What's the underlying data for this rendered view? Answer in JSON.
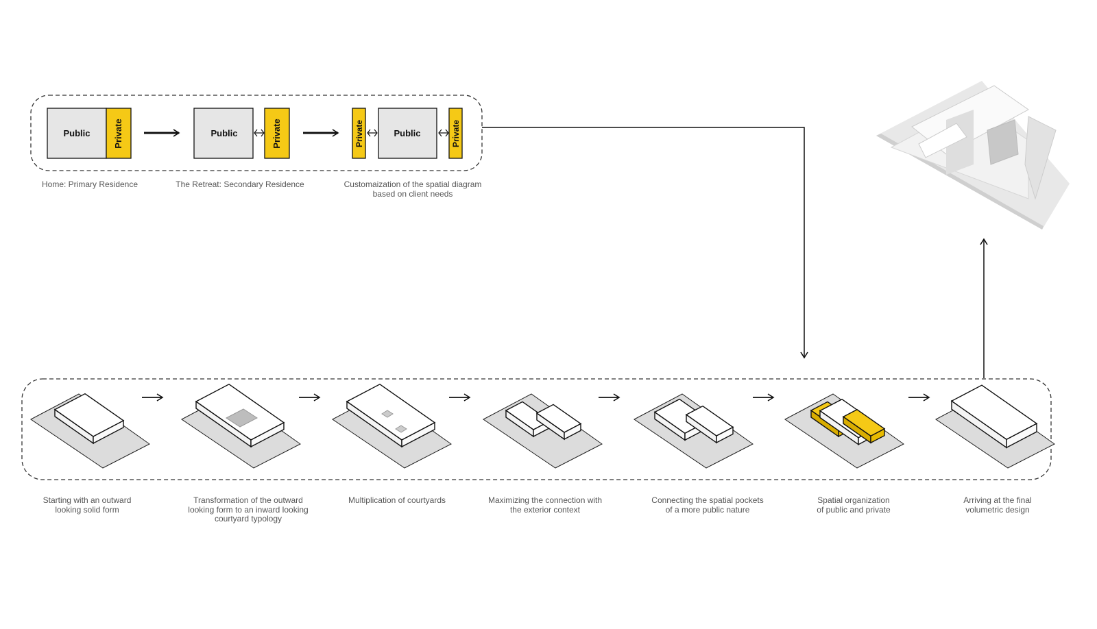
{
  "top_row": {
    "labels": {
      "public": "Public",
      "private": "Private"
    },
    "captions": [
      {
        "lines": [
          "Home: Primary Residence"
        ]
      },
      {
        "lines": [
          "The Retreat: Secondary Residence"
        ]
      },
      {
        "lines": [
          "Customaization of the spatial diagram",
          "based on client needs"
        ]
      }
    ]
  },
  "bottom_row": {
    "steps": [
      {
        "lines": [
          "Starting with an outward",
          "looking solid form"
        ]
      },
      {
        "lines": [
          "Transformation of the outward",
          "looking form to an inward looking",
          "courtyard typology"
        ]
      },
      {
        "lines": [
          "Multiplication of courtyards"
        ]
      },
      {
        "lines": [
          "Maximizing the connection with",
          "the exterior context"
        ]
      },
      {
        "lines": [
          "Connecting the spatial pockets",
          "of a more public nature"
        ]
      },
      {
        "lines": [
          "Spatial organization",
          "of public and private"
        ]
      },
      {
        "lines": [
          "Arriving at the final",
          "volumetric design"
        ]
      }
    ]
  },
  "colors": {
    "private": "#f5c916",
    "public": "#e6e6e6",
    "plate": "#dcdcdc",
    "line": "#111111",
    "caption": "#555555"
  }
}
